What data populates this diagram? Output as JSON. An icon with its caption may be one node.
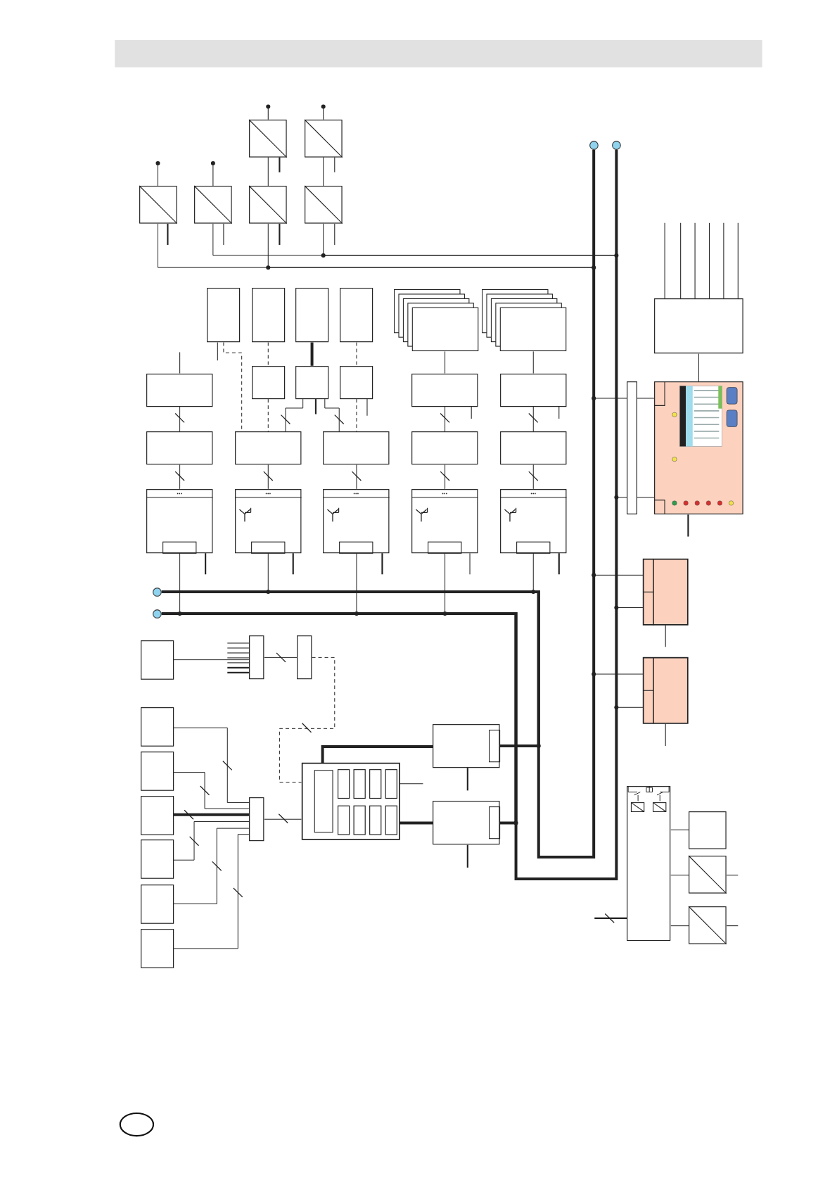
{
  "diagram": {
    "nodes": [
      {
        "text": [],
        "shape": "box"
      },
      {
        "text": [],
        "shape": "box"
      },
      {
        "text": [],
        "shape": "box"
      },
      {
        "text": [],
        "shape": "box"
      },
      {
        "text": [],
        "shape": "box"
      },
      {
        "text": [],
        "shape": "box"
      },
      {
        "text": [],
        "shape": "circle"
      },
      {
        "text": [],
        "shape": "circle"
      },
      {
        "text": [],
        "shape": "box"
      },
      {
        "text": [],
        "shape": "box"
      },
      {
        "text": [],
        "shape": "box"
      },
      {
        "text": [],
        "shape": "box"
      },
      {
        "text": [],
        "shape": "box"
      },
      {
        "text": [],
        "shape": "box"
      },
      {
        "text": [],
        "shape": "box"
      },
      {
        "text": [],
        "shape": "box"
      },
      {
        "text": [],
        "shape": "box"
      },
      {
        "text": [],
        "shape": "box"
      },
      {
        "text": [],
        "shape": "box"
      },
      {
        "text": [],
        "shape": "box"
      },
      {
        "text": [],
        "shape": "box"
      },
      {
        "text": [],
        "shape": "box"
      },
      {
        "text": [],
        "shape": "box"
      },
      {
        "text": [],
        "shape": "box"
      },
      {
        "text": [],
        "shape": "box"
      },
      {
        "text": [],
        "shape": "box"
      },
      {
        "text": [],
        "shape": "box"
      },
      {
        "text": [],
        "shape": "box"
      },
      {
        "text": [],
        "shape": "box"
      },
      {
        "text": [],
        "shape": "box"
      },
      {
        "text": [],
        "shape": "box"
      },
      {
        "text": [],
        "shape": "circle"
      },
      {
        "text": [],
        "shape": "circle"
      },
      {
        "text": [],
        "shape": "box"
      },
      {
        "text": [],
        "shape": "bar"
      },
      {
        "text": [],
        "shape": "box"
      },
      {
        "text": [],
        "shape": "box"
      },
      {
        "text": [],
        "shape": "box"
      },
      {
        "text": [],
        "shape": "bar"
      },
      {
        "text": [],
        "shape": "bar"
      },
      {
        "text": [],
        "shape": "box"
      },
      {
        "text": [],
        "shape": "box"
      },
      {
        "text": [],
        "shape": "box"
      },
      {
        "text": [],
        "shape": "box"
      },
      {
        "text": [],
        "shape": "box"
      },
      {
        "text": [],
        "shape": "box"
      },
      {
        "text": [],
        "shape": "bar"
      },
      {
        "text": [],
        "shape": "box"
      },
      {
        "text": [],
        "shape": "box"
      },
      {
        "text": [],
        "shape": "box"
      },
      {
        "text": [],
        "shape": "box"
      },
      {
        "text": [],
        "shape": "box"
      },
      {
        "text": [],
        "shape": "box"
      },
      {
        "text": [],
        "shape": "box"
      }
    ],
    "edges": [
      {
        "from": 4,
        "to": 2,
        "arrow": "none"
      },
      {
        "from": 5,
        "to": 3,
        "arrow": "none"
      },
      {
        "from": 0,
        "to": 6,
        "arrow": "none"
      },
      {
        "from": 2,
        "to": 6,
        "arrow": "none"
      },
      {
        "from": 1,
        "to": 7,
        "arrow": "none"
      },
      {
        "from": 3,
        "to": 7,
        "arrow": "none"
      },
      {
        "from": 8,
        "to": 22,
        "arrow": "none",
        "style": "dashed"
      },
      {
        "from": 9,
        "to": 16,
        "arrow": "none",
        "style": "dashed"
      },
      {
        "from": 16,
        "to": 22,
        "arrow": "none",
        "style": "dashed"
      },
      {
        "from": 10,
        "to": 17,
        "arrow": "none",
        "style": "thick"
      },
      {
        "from": 17,
        "to": 22,
        "arrow": "none"
      },
      {
        "from": 17,
        "to": 23,
        "arrow": "none"
      },
      {
        "from": 11,
        "to": 18,
        "arrow": "none",
        "style": "dashed"
      },
      {
        "from": 18,
        "to": 23,
        "arrow": "none",
        "style": "dashed"
      },
      {
        "from": 12,
        "to": 19,
        "arrow": "none"
      },
      {
        "from": 13,
        "to": 20,
        "arrow": "none"
      },
      {
        "from": 15,
        "to": 21,
        "arrow": "none"
      },
      {
        "from": 19,
        "to": 24,
        "arrow": "none"
      },
      {
        "from": 20,
        "to": 25,
        "arrow": "none"
      },
      {
        "from": 21,
        "to": 26,
        "arrow": "none"
      },
      {
        "from": 22,
        "to": 27,
        "arrow": "none"
      },
      {
        "from": 23,
        "to": 28,
        "arrow": "none"
      },
      {
        "from": 24,
        "to": 29,
        "arrow": "none"
      },
      {
        "from": 25,
        "to": 30,
        "arrow": "none"
      },
      {
        "from": 26,
        "to": 32,
        "arrow": "none"
      },
      {
        "from": 27,
        "to": 31,
        "arrow": "none"
      },
      {
        "from": 28,
        "to": 32,
        "arrow": "none"
      },
      {
        "from": 29,
        "to": 32,
        "arrow": "none"
      },
      {
        "from": 30,
        "to": 31,
        "arrow": "none"
      },
      {
        "from": 31,
        "to": 6,
        "arrow": "none",
        "style": "thick"
      },
      {
        "from": 32,
        "to": 7,
        "arrow": "none",
        "style": "thick"
      },
      {
        "from": 48,
        "to": 31,
        "arrow": "none",
        "style": "thick"
      },
      {
        "from": 49,
        "to": 32,
        "arrow": "none",
        "style": "thick"
      },
      {
        "from": 14,
        "to": 33,
        "arrow": "none"
      },
      {
        "from": 33,
        "to": 6,
        "arrow": "none"
      },
      {
        "from": 33,
        "to": 7,
        "arrow": "none"
      },
      {
        "from": 35,
        "to": 6,
        "arrow": "none"
      },
      {
        "from": 35,
        "to": 7,
        "arrow": "none"
      },
      {
        "from": 36,
        "to": 6,
        "arrow": "none"
      },
      {
        "from": 36,
        "to": 7,
        "arrow": "none"
      },
      {
        "from": 37,
        "to": 38,
        "arrow": "none"
      },
      {
        "from": 38,
        "to": 39,
        "arrow": "none"
      },
      {
        "from": 39,
        "to": 47,
        "arrow": "none",
        "style": "dashed"
      },
      {
        "from": 40,
        "to": 46,
        "arrow": "none"
      },
      {
        "from": 41,
        "to": 46,
        "arrow": "none"
      },
      {
        "from": 42,
        "to": 46,
        "arrow": "none",
        "style": "thick"
      },
      {
        "from": 43,
        "to": 46,
        "arrow": "none"
      },
      {
        "from": 44,
        "to": 46,
        "arrow": "none"
      },
      {
        "from": 45,
        "to": 46,
        "arrow": "none"
      },
      {
        "from": 46,
        "to": 47,
        "arrow": "none"
      },
      {
        "from": 47,
        "to": 48,
        "arrow": "none",
        "style": "thick"
      },
      {
        "from": 47,
        "to": 49,
        "arrow": "none",
        "style": "thick"
      },
      {
        "from": 50,
        "to": 51,
        "arrow": "none"
      },
      {
        "from": 50,
        "to": 52,
        "arrow": "none"
      },
      {
        "from": 50,
        "to": 53,
        "arrow": "none"
      }
    ]
  }
}
